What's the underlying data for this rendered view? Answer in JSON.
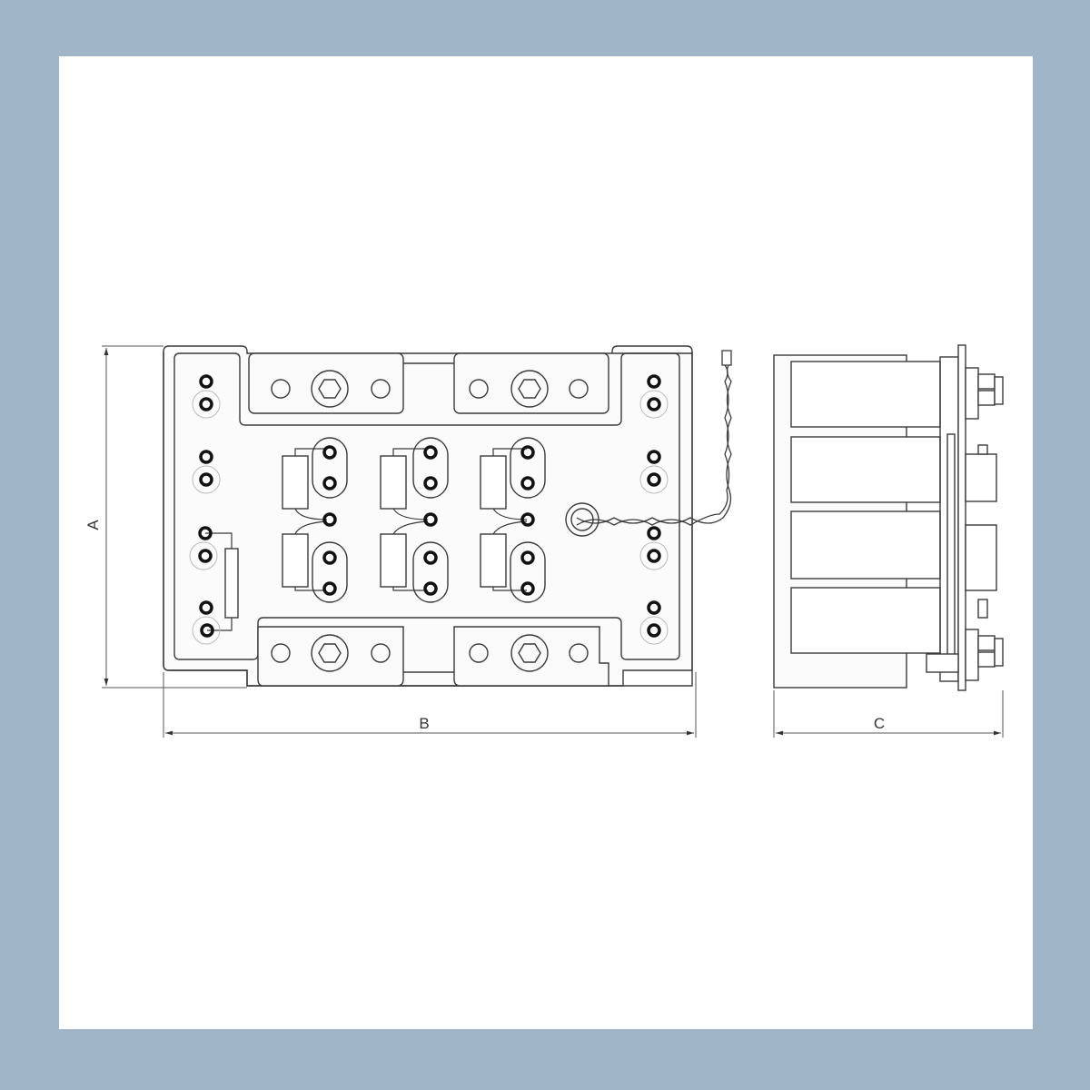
{
  "colors": {
    "frame": "#a0b6c8",
    "panel": "#ffffff",
    "line": "#3a3a3a",
    "fill_light": "#f7f7f7"
  },
  "dimensions": {
    "height_label": "A",
    "width_label": "B",
    "depth_label": "C"
  }
}
